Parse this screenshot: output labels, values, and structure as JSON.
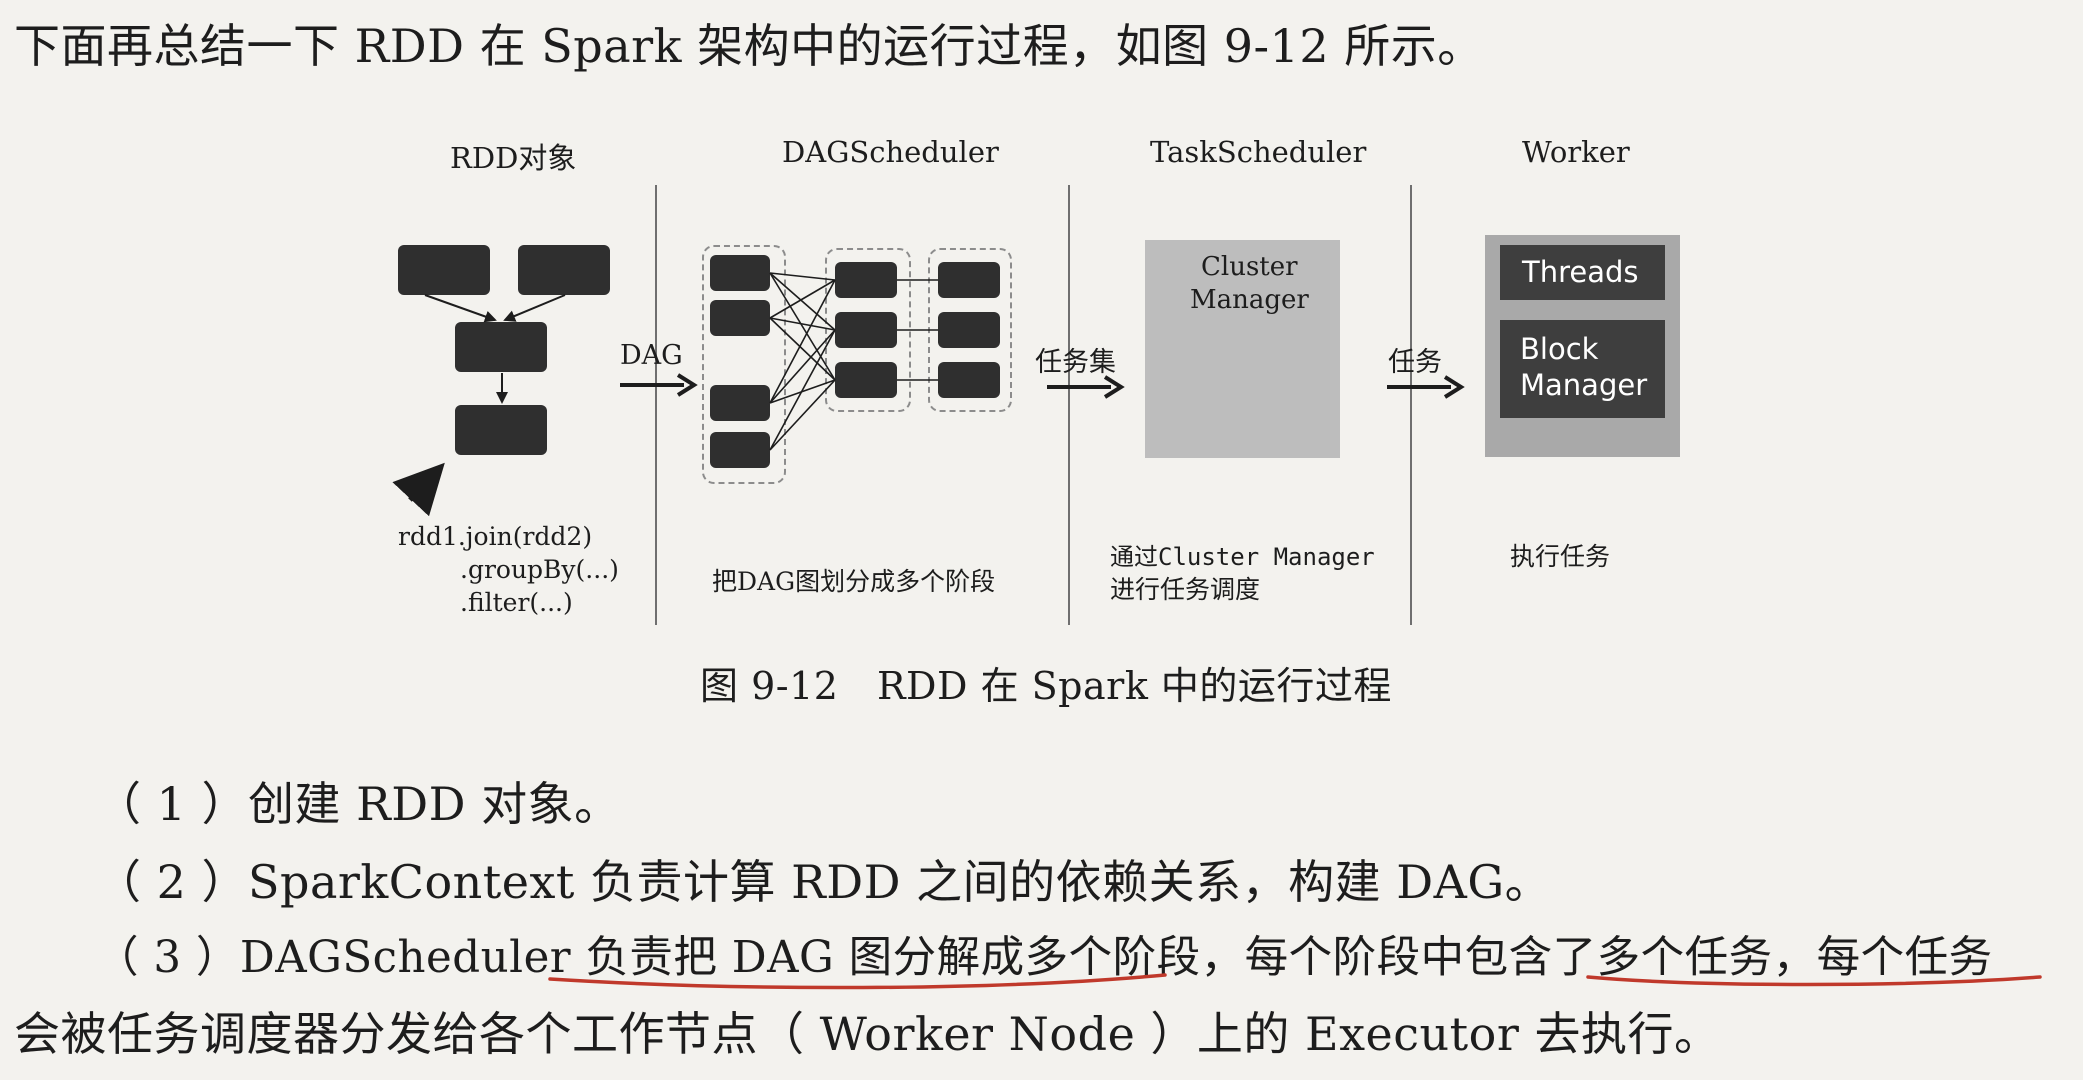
{
  "intro": "下面再总结一下 RDD 在 Spark 架构中的运行过程，如图 9-12 所示。",
  "figure": {
    "columns": {
      "rdd": "RDD对象",
      "dag": "DAGScheduler",
      "task": "TaskScheduler",
      "worker": "Worker"
    },
    "arrows": {
      "dag": "DAG",
      "taskset": "任务集",
      "task": "任务"
    },
    "cluster_manager": [
      "Cluster",
      "Manager"
    ],
    "threads": "Threads",
    "block_manager": [
      "Block",
      "Manager"
    ],
    "code": [
      "rdd1.join(rdd2)",
      ".groupBy(...)",
      ".filter(...)"
    ],
    "captions": {
      "dag": "把DAG图划分成多个阶段",
      "task": [
        "通过Cluster Manager",
        "进行任务调度"
      ],
      "worker": "执行任务"
    },
    "title": "图 9-12　RDD 在 Spark 中的运行过程"
  },
  "steps": [
    "（ 1 ）创建 RDD 对象。",
    "（ 2 ）SparkContext 负责计算 RDD 之间的依赖关系，构建 DAG。",
    "（ 3 ）DAGScheduler 负责把 DAG 图分解成多个阶段，每个阶段中包含了多个任务，每个任务",
    "会被任务调度器分发给各个工作节点（ Worker Node ）上的 Executor 去执行。"
  ]
}
